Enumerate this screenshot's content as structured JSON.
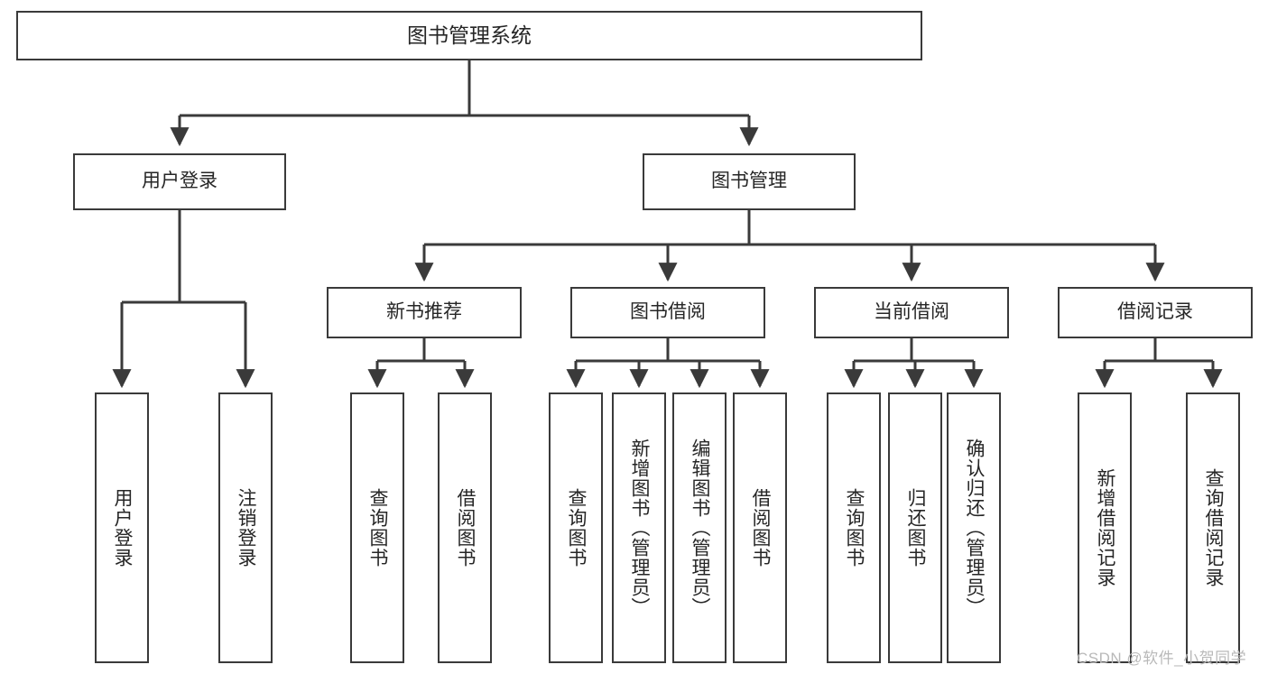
{
  "diagram": {
    "title": "图书管理系统",
    "type": "hierarchy-tree",
    "root": {
      "label": "图书管理系统"
    },
    "level2": [
      {
        "label": "用户登录"
      },
      {
        "label": "图书管理"
      }
    ],
    "level3": [
      {
        "label": "新书推荐"
      },
      {
        "label": "图书借阅"
      },
      {
        "label": "当前借阅"
      },
      {
        "label": "借阅记录"
      }
    ],
    "leaves": {
      "user_login": [
        {
          "label": "用户登录"
        },
        {
          "label": "注销登录"
        }
      ],
      "new_book_recommend": [
        {
          "label": "查询图书"
        },
        {
          "label": "借阅图书"
        }
      ],
      "book_borrow": [
        {
          "label": "查询图书"
        },
        {
          "label": "新增图书（管理员）"
        },
        {
          "label": "编辑图书（管理员）"
        },
        {
          "label": "借阅图书"
        }
      ],
      "current_borrow": [
        {
          "label": "查询图书"
        },
        {
          "label": "归还图书"
        },
        {
          "label": "确认归还（管理员）"
        }
      ],
      "borrow_records": [
        {
          "label": "新增借阅记录"
        },
        {
          "label": "查询借阅记录"
        }
      ]
    }
  },
  "watermark": {
    "text": "CSDN @软件_小贺同学"
  },
  "colors": {
    "box_border": "#3a3a3a",
    "line": "#3a3a3a",
    "text": "#262626",
    "background": "#ffffff",
    "watermark": "#b9b9b9"
  }
}
